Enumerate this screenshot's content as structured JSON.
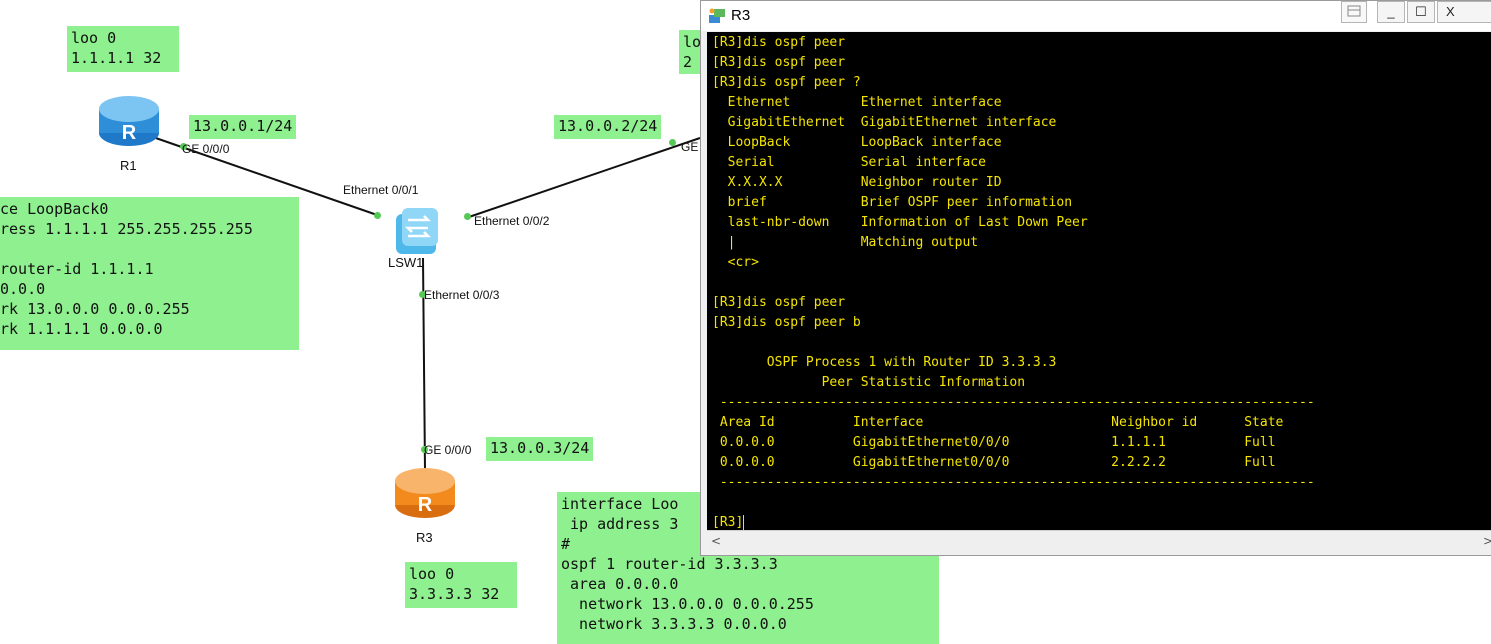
{
  "topology": {
    "notes": {
      "r1_loopback": [
        "loo 0",
        "1.1.1.1 32"
      ],
      "r2_loopback": [
        "lo",
        "2"
      ],
      "r3_loopback": [
        "loo 0",
        "3.3.3.3 32"
      ],
      "r1_config": [
        "ce LoopBack0",
        "ress 1.1.1.1 255.255.255.255",
        "",
        "router-id 1.1.1.1",
        "0.0.0",
        "rk 13.0.0.0 0.0.0.255",
        "rk 1.1.1.1 0.0.0.0"
      ],
      "r3_config": [
        "interface Loo",
        " ip address 3",
        "#",
        "ospf 1 router-id 3.3.3.3",
        " area 0.0.0.0",
        "  network 13.0.0.0 0.0.0.255",
        "  network 3.3.3.3 0.0.0.0"
      ]
    },
    "ip_labels": {
      "r1": "13.0.0.1/24",
      "r2": "13.0.0.2/24",
      "r3": "13.0.0.3/24"
    },
    "interfaces": {
      "r1_port": "GE 0/0/0",
      "r2_port": "GE",
      "r3_port": "GE 0/0/0",
      "sw_port1": "Ethernet 0/0/1",
      "sw_port2": "Ethernet 0/0/2",
      "sw_port3": "Ethernet 0/0/3"
    },
    "devices": {
      "r1": "R1",
      "r3": "R3",
      "switch": "LSW1"
    },
    "colors": {
      "note_bg": "#8ef08e",
      "router_blue": "#2e8fd8",
      "router_orange": "#f28a1e",
      "switch_blue": "#4fb8ea",
      "port_dot": "#56c856"
    }
  },
  "terminal": {
    "title": "R3",
    "buttons": {
      "minimize": "_",
      "maximize": "☐",
      "close": "X"
    },
    "text_color": "#f4e500",
    "lines": [
      "[R3]dis ospf peer",
      "[R3]dis ospf peer",
      "[R3]dis ospf peer ?",
      "  Ethernet         Ethernet interface",
      "  GigabitEthernet  GigabitEthernet interface",
      "  LoopBack         LoopBack interface",
      "  Serial           Serial interface",
      "  X.X.X.X          Neighbor router ID",
      "  brief            Brief OSPF peer information",
      "  last-nbr-down    Information of Last Down Peer",
      "  |                Matching output",
      "  <cr>",
      "",
      "[R3]dis ospf peer",
      "[R3]dis ospf peer b",
      "",
      "       OSPF Process 1 with Router ID 3.3.3.3",
      "              Peer Statistic Information",
      " ----------------------------------------------------------------------------",
      " Area Id          Interface                        Neighbor id      State",
      " 0.0.0.0          GigabitEthernet0/0/0             1.1.1.1          Full",
      " 0.0.0.0          GigabitEthernet0/0/0             2.2.2.2          Full",
      " ----------------------------------------------------------------------------",
      "",
      "[R3]"
    ]
  }
}
